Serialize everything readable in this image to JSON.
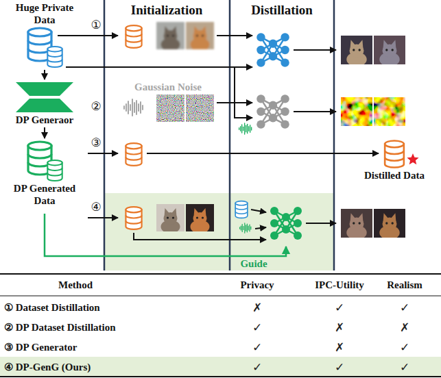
{
  "diagram": {
    "nodes": [
      {
        "text": [
          "Huge Private Data"
        ]
      },
      {
        "text": [
          "DP Generaor"
        ]
      },
      {
        "text": [
          "DP Generated Data"
        ]
      },
      {
        "text": [
          "Distilled Data"
        ]
      }
    ],
    "edges": [
      {
        "from": 0,
        "to": 1,
        "arrow": "to"
      },
      {
        "from": 1,
        "to": 2,
        "arrow": "to"
      }
    ],
    "labels": [
      "Initialization",
      "Distillation",
      "①",
      "②",
      "③",
      "④",
      "Gaussian Noise",
      "Guide",
      "Method",
      "Privacy",
      "IPC-Utility",
      "Realism",
      "① Dataset Distillation",
      "✗",
      "✓",
      "✓",
      "② DP Dataset Distillation",
      "✓",
      "✗",
      "✗",
      "③ DP Generator",
      "✓",
      "✗",
      "✓",
      "④ DP-GenG (Ours)",
      "✓",
      "✓",
      "✓"
    ]
  }
}
